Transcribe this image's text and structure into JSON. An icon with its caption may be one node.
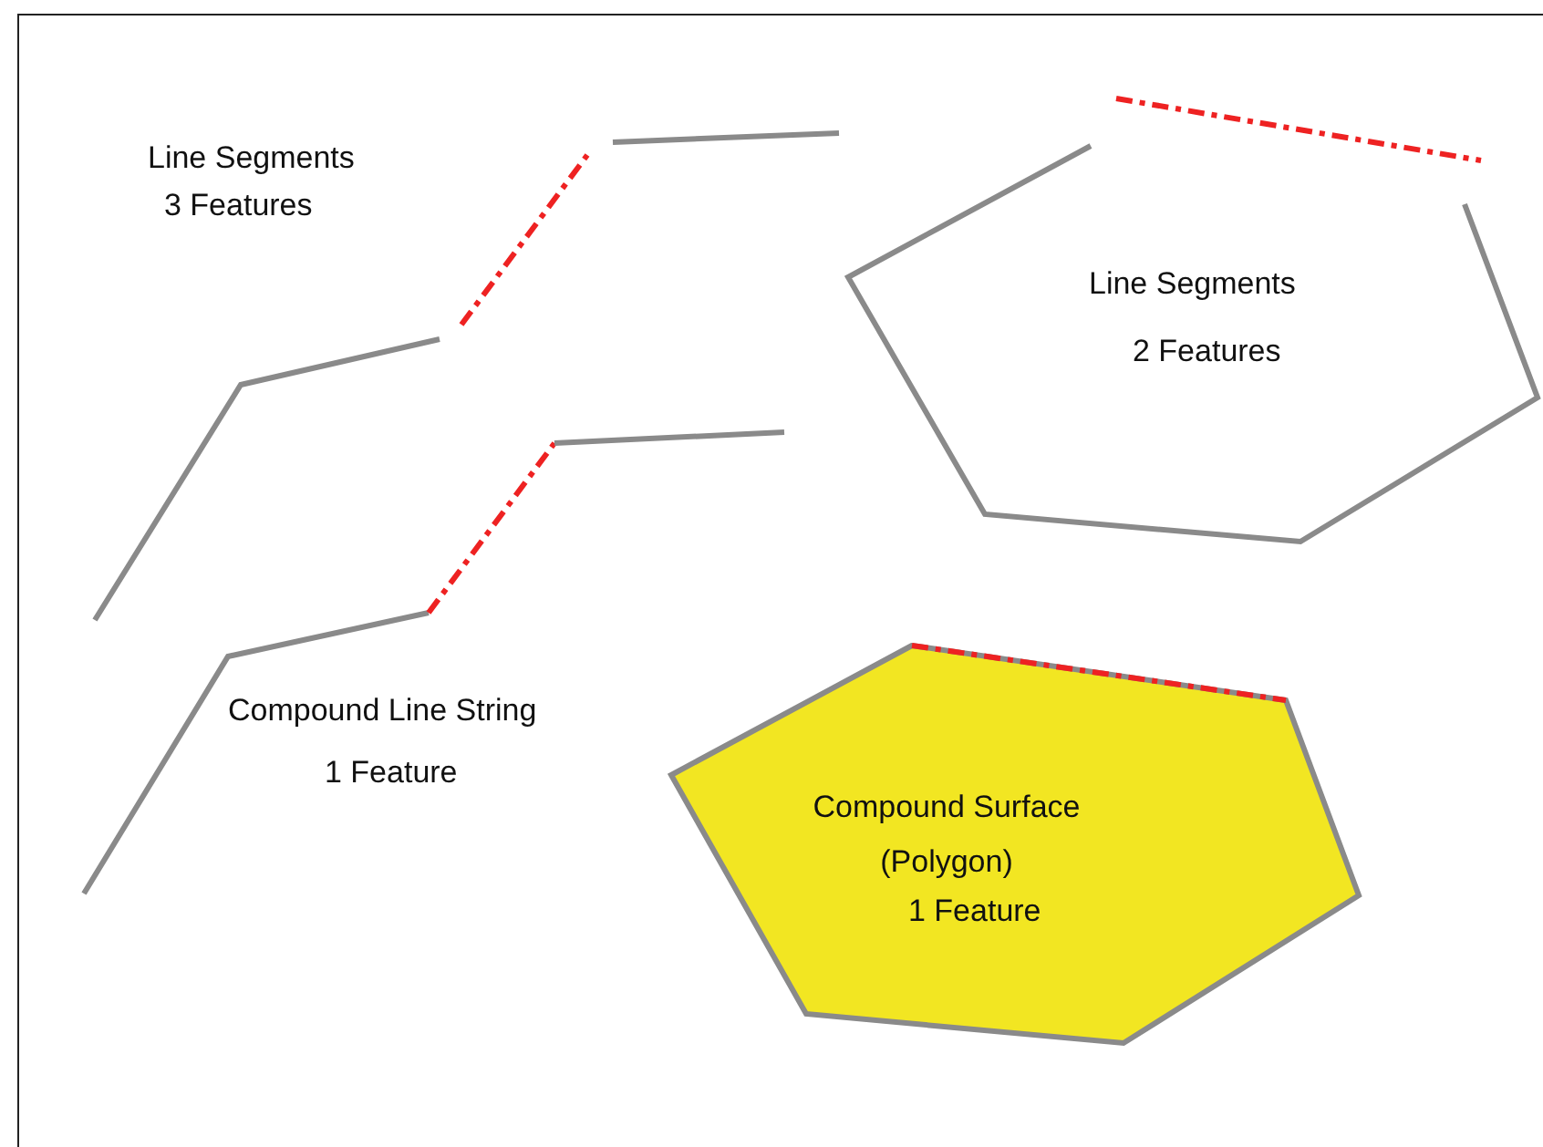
{
  "diagram": {
    "nodes": [
      {
        "text": [
          "Line Segments",
          "2 Features"
        ]
      },
      {
        "text": [
          "Compound Surface (Polygon)",
          "1 Feature"
        ]
      }
    ],
    "labels": [
      "Line Segments",
      "3 Features",
      "Compound Line String",
      "1 Feature"
    ]
  }
}
